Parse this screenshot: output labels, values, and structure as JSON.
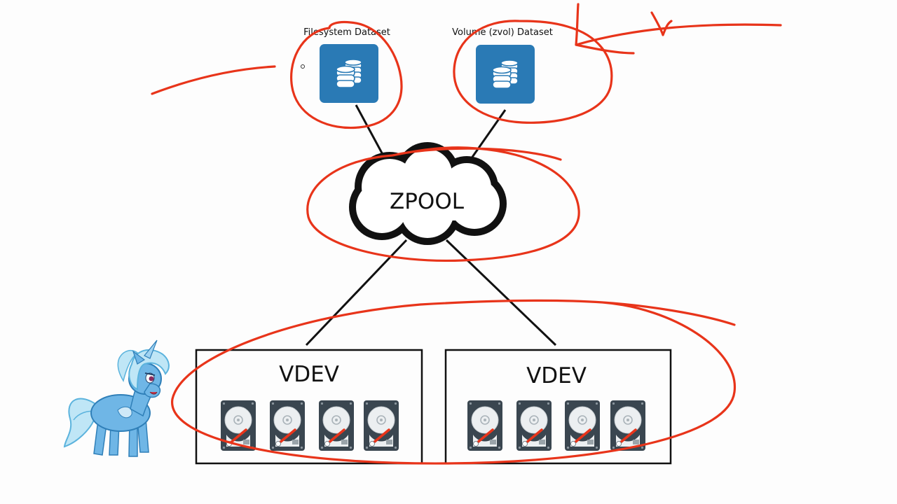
{
  "datasets": {
    "filesystem": {
      "label": "Filesystem Dataset",
      "icon": "database-icon"
    },
    "volume": {
      "label": "Volume (zvol) Dataset",
      "icon": "database-icon"
    }
  },
  "pool": {
    "label": "ZPOOL",
    "icon": "cloud-icon"
  },
  "vdevs": [
    {
      "label": "VDEV",
      "disk_count": 4,
      "icon": "hard-disk-icon"
    },
    {
      "label": "VDEV",
      "disk_count": 4,
      "icon": "hard-disk-icon"
    }
  ],
  "mascot": {
    "icon": "pony-mascot-icon"
  },
  "colors": {
    "dataset_tile": "#2a7ab5",
    "annotation_ink": "#e8341a",
    "disk_body": "#3a4650",
    "disk_needle": "#e8341a"
  }
}
